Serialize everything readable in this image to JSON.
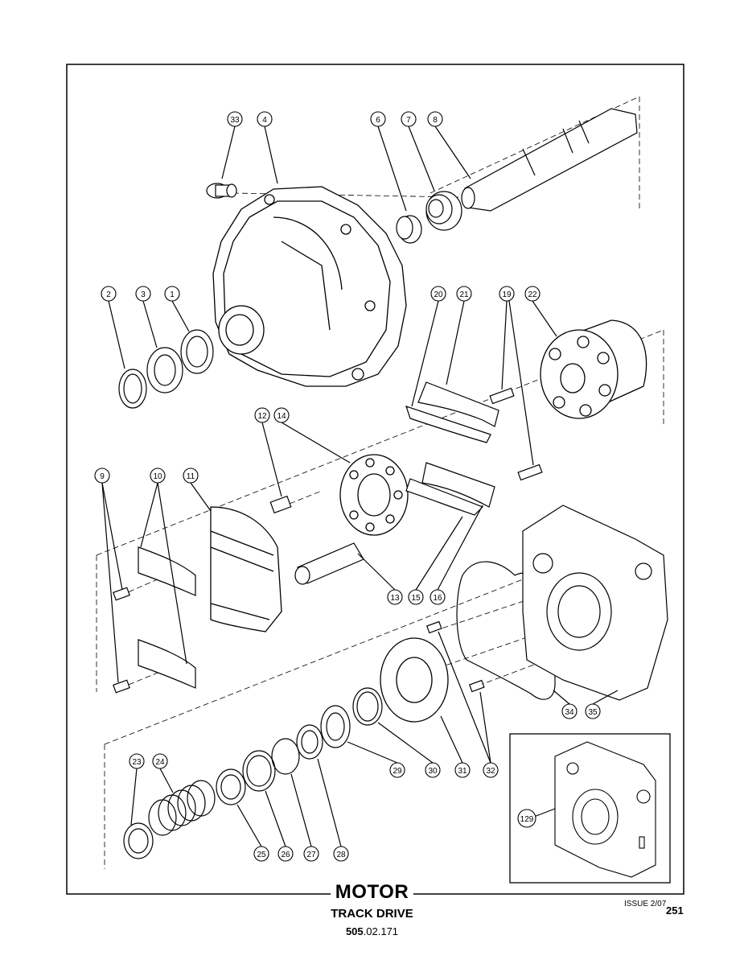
{
  "footer": {
    "title": "MOTOR",
    "subtitle": "TRACK DRIVE",
    "code_bold": "505",
    "code_rest": ".02.171",
    "issue": "ISSUE 2/07",
    "page_number": "251"
  },
  "callouts": [
    "33",
    "4",
    "6",
    "7",
    "8",
    "2",
    "3",
    "1",
    "20",
    "21",
    "19",
    "22",
    "12",
    "14",
    "9",
    "10",
    "11",
    "13",
    "15",
    "16",
    "34",
    "35",
    "23",
    "24",
    "25",
    "26",
    "27",
    "28",
    "29",
    "30",
    "31",
    "32",
    "129"
  ]
}
